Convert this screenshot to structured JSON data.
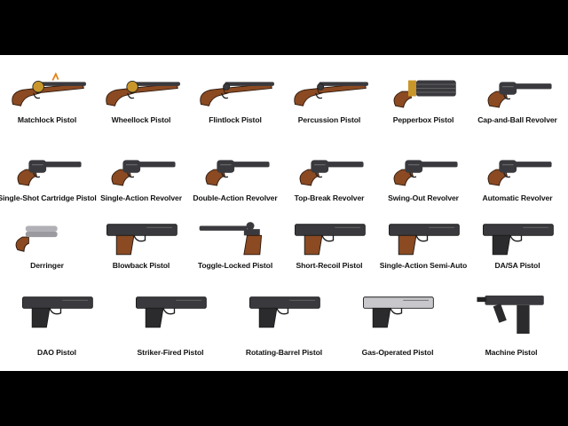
{
  "rows": [
    [
      "Matchlock Pistol",
      "Wheellock Pistol",
      "Flintlock Pistol",
      "Percussion Pistol",
      "Pepperbox Pistol",
      "Cap-and-Ball Revolver"
    ],
    [
      "Single-Shot Cartridge Pistol",
      "Single-Action Revolver",
      "Double-Action Revolver",
      "Top-Break Revolver",
      "Swing-Out Revolver",
      "Automatic Revolver"
    ],
    [
      "Derringer",
      "Blowback Pistol",
      "Toggle-Locked Pistol",
      "Short-Recoil Pistol",
      "Single-Action Semi-Auto",
      "DA/SA Pistol"
    ],
    [
      "DAO Pistol",
      "Striker-Fired Pistol",
      "Rotating-Barrel Pistol",
      "Gas-Operated Pistol",
      "Machine Pistol"
    ]
  ],
  "colors": {
    "wood": "#8b4a22",
    "steel": "#3a3a3e",
    "brass": "#c9962b",
    "chrome": "#c8c8cc"
  }
}
